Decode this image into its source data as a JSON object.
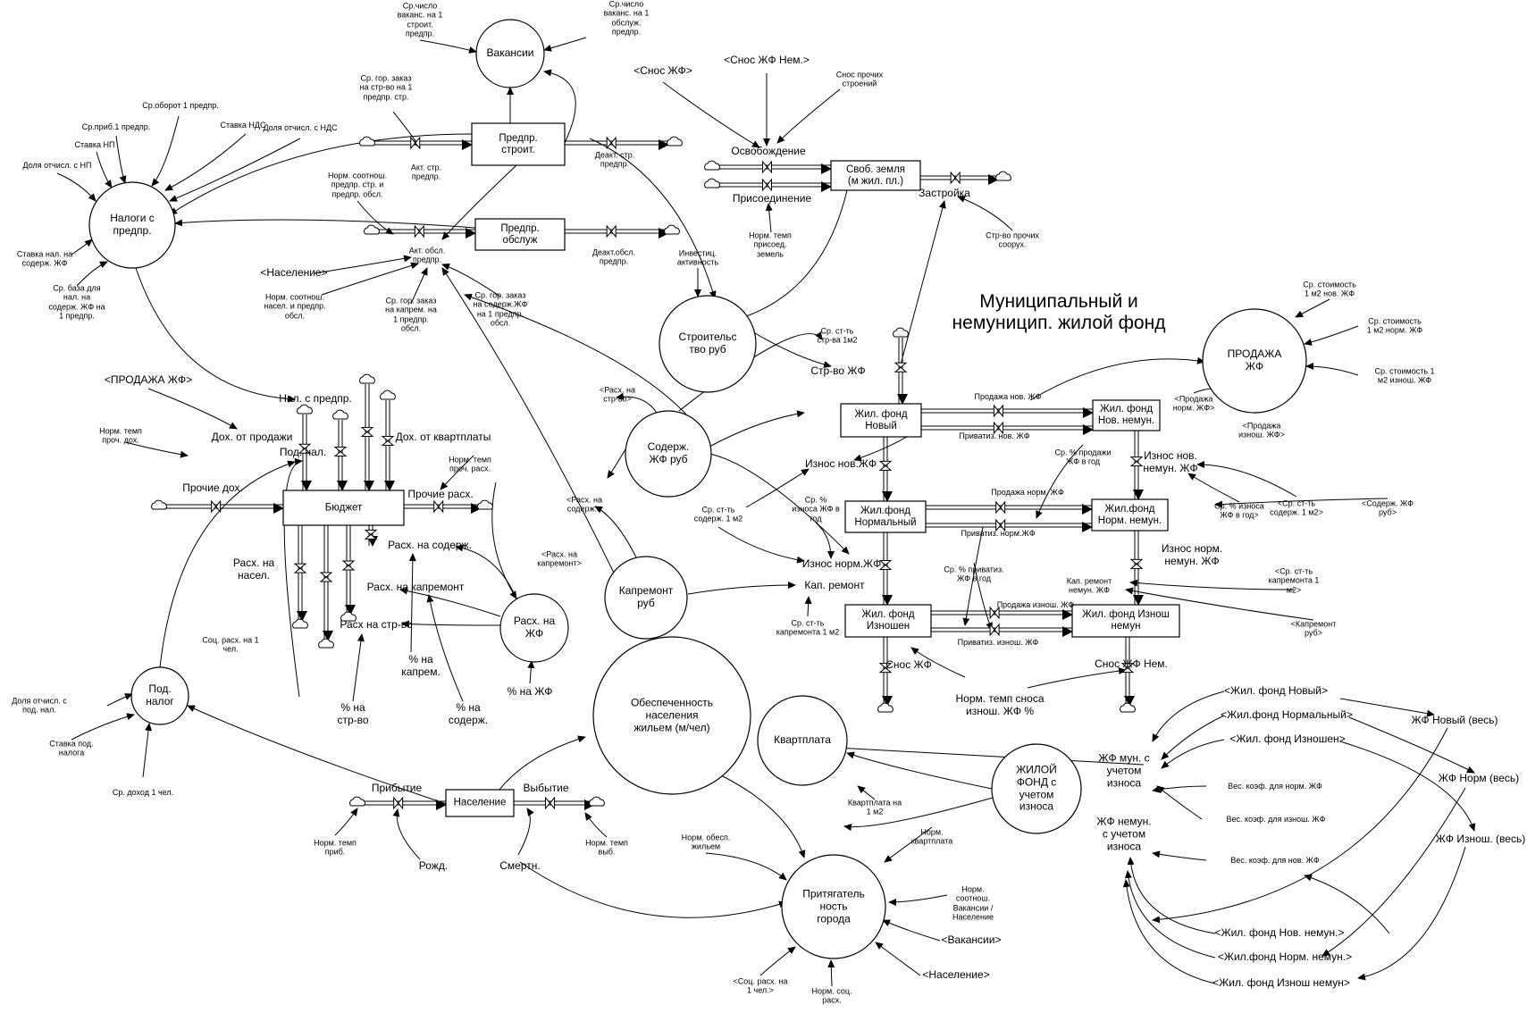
{
  "diagram": {
    "title": "Муниципальный и\nнемуницип. жилой фонд",
    "stocks": [
      {
        "id": "predpr_stroit",
        "label": "Предпр.\nстроит."
      },
      {
        "id": "predpr_obsl",
        "label": "Предпр.\nобслуж"
      },
      {
        "id": "svob_zemlya",
        "label": "Своб. земля\n(м жил. пл.)"
      },
      {
        "id": "budget",
        "label": "Бюджет"
      },
      {
        "id": "zhf_novy",
        "label": "Жил. фонд\nНовый"
      },
      {
        "id": "zhf_norm",
        "label": "Жил.фонд\nНормальный"
      },
      {
        "id": "zhf_iznosh",
        "label": "Жил. фонд\nИзношен"
      },
      {
        "id": "zhf_nov_nemun",
        "label": "Жил. фонд\nНов. немун."
      },
      {
        "id": "zhf_norm_nemun",
        "label": "Жил.фонд\nНорм. немун."
      },
      {
        "id": "zhf_izn_nemun",
        "label": "Жил. фонд Изнош\nнемун"
      },
      {
        "id": "naselenie",
        "label": "Население"
      }
    ],
    "auxiliaries": [
      {
        "id": "vakansii",
        "label": "Вакансии"
      },
      {
        "id": "nalogi",
        "label": "Налоги с\nпредпр."
      },
      {
        "id": "stroitelstvo",
        "label": "Строительс\nтво руб"
      },
      {
        "id": "prodazha",
        "label": "ПРОДАЖА\nЖФ"
      },
      {
        "id": "soderzh",
        "label": "Содерж.\nЖФ руб"
      },
      {
        "id": "kapremont",
        "label": "Капремонт\nруб"
      },
      {
        "id": "rash_zhf",
        "label": "Расх. на\nЖФ"
      },
      {
        "id": "pod_nalog",
        "label": "Под.\nналог"
      },
      {
        "id": "obesp",
        "label": "Обеспеченность\nнаселения\nжильем (м/чел)"
      },
      {
        "id": "kvartplata",
        "label": "Квартплата"
      },
      {
        "id": "zhiloy_fond",
        "label": "ЖИЛОЙ\nФОНД с\nучетом\nизноса"
      },
      {
        "id": "prityag",
        "label": "Притягатель\nность\nгорода"
      }
    ],
    "variables": [
      {
        "id": "v1",
        "label": "Ср.число\nваканс. на 1\nстроит.\nпредпр."
      },
      {
        "id": "v2",
        "label": "Ср.число\nваканс. на 1\nобслуж.\nпредпр."
      },
      {
        "id": "v3",
        "label": "Ср. гор. заказ\nна стр-во на 1\nпредпр. стр."
      },
      {
        "id": "v4",
        "label": "Ср.оборот 1 предпр."
      },
      {
        "id": "v5",
        "label": "Ср.приб.1 предпр."
      },
      {
        "id": "v6",
        "label": "Ставка НДС"
      },
      {
        "id": "v7",
        "label": "Доля отчисл. с НДС"
      },
      {
        "id": "v8",
        "label": "Ставка НП"
      },
      {
        "id": "v9",
        "label": "Доля отчисл. с НП"
      },
      {
        "id": "v10",
        "label": "Акт. стр.\nпредпр."
      },
      {
        "id": "v11",
        "label": "Деакт. стр.\nпредпр."
      },
      {
        "id": "v12",
        "label": "Норм. соотнош.\nпредпр. стр. и\nпредпр. обсл."
      },
      {
        "id": "v13",
        "label": "Акт. обсл.\nпредпр."
      },
      {
        "id": "v14",
        "label": "Деакт.обсл.\nпредпр."
      },
      {
        "id": "v15",
        "label": "Ставка нал. на\nсодерж. ЖФ"
      },
      {
        "id": "v16",
        "label": "Ср. база для\nнал. на\nсодерж. ЖФ на\n1 предпр."
      },
      {
        "id": "v17",
        "label": "<Население>"
      },
      {
        "id": "v18",
        "label": "Норм. соотнош.\nнасел. и предпр.\nобсл."
      },
      {
        "id": "v19",
        "label": "Ср. гор. заказ\nна капрем. на\n1 предпр.\nобсл."
      },
      {
        "id": "v20",
        "label": "Ср. гор. заказ\nна содерж.ЖФ\nна 1 предпр.\nобсл."
      },
      {
        "id": "v21",
        "label": "<Снос ЖФ>"
      },
      {
        "id": "v22",
        "label": "<Снос ЖФ Нем.>"
      },
      {
        "id": "v23",
        "label": "Снос прочих\nстроений"
      },
      {
        "id": "v24",
        "label": "Освобождение"
      },
      {
        "id": "v25",
        "label": "Присоединение"
      },
      {
        "id": "v26",
        "label": "Норм. темп\nприсоед.\nземель"
      },
      {
        "id": "v27",
        "label": "Застройка"
      },
      {
        "id": "v28",
        "label": "Стр-во прочих\nсоорух."
      },
      {
        "id": "v29",
        "label": "Инвестиц.\nактивность"
      },
      {
        "id": "v30",
        "label": "<ПРОДАЖА ЖФ>"
      },
      {
        "id": "v31",
        "label": "Нал. с предпр."
      },
      {
        "id": "v32",
        "label": "Норм. темп\nпроч. дох."
      },
      {
        "id": "v33",
        "label": "Дох. от продажи"
      },
      {
        "id": "v34",
        "label": "Под. нал."
      },
      {
        "id": "v35",
        "label": "Дох. от квартплаты"
      },
      {
        "id": "v36",
        "label": "Прочие дох."
      },
      {
        "id": "v37",
        "label": "Норм. темп\nпроч. расх."
      },
      {
        "id": "v38",
        "label": "Прочие расх."
      },
      {
        "id": "v39",
        "label": "Расх. на содерж."
      },
      {
        "id": "v40",
        "label": "Расх. на капремонт"
      },
      {
        "id": "v41",
        "label": "Расх на стр-во"
      },
      {
        "id": "v42",
        "label": "Расх. на\nнасел."
      },
      {
        "id": "v43",
        "label": "Соц. расх. на 1\nчел."
      },
      {
        "id": "v44",
        "label": "% на\nкапрем."
      },
      {
        "id": "v45",
        "label": "% на\nстр-во"
      },
      {
        "id": "v46",
        "label": "% на\nсодерж."
      },
      {
        "id": "v47",
        "label": "% на ЖФ"
      },
      {
        "id": "v48",
        "label": "<Расх. на\nстр-во>"
      },
      {
        "id": "v49",
        "label": "<Расх. на\nсодерж.>"
      },
      {
        "id": "v50",
        "label": "<Расх. на\nкапремонт>"
      },
      {
        "id": "v51",
        "label": "Ср. ст-ть\nстр-ва 1м2"
      },
      {
        "id": "v52",
        "label": "Стр-во ЖФ"
      },
      {
        "id": "v53",
        "label": "Ср. стоимость\n1 м2 нов. ЖФ"
      },
      {
        "id": "v54",
        "label": "Ср. стоимость\n1 м2 норм. ЖФ"
      },
      {
        "id": "v55",
        "label": "Ср. стоимость 1\nм2 изнош. ЖФ"
      },
      {
        "id": "v56",
        "label": "<Продажа\nнорм. ЖФ>"
      },
      {
        "id": "v57",
        "label": "<Продажа\nизнош. ЖФ>"
      },
      {
        "id": "v58",
        "label": "Продажа нов. ЖФ"
      },
      {
        "id": "v59",
        "label": "Приватиз. нов. ЖФ"
      },
      {
        "id": "v60",
        "label": "Ср. % продажи\nЖФ в год"
      },
      {
        "id": "v61",
        "label": "Износ нов.ЖФ"
      },
      {
        "id": "v62",
        "label": "Износ нов.\nнемун. ЖФ"
      },
      {
        "id": "v63",
        "label": "Ср. ст-ть\nсодерж. 1 м2"
      },
      {
        "id": "v64",
        "label": "Ср. %\nизноса ЖФ в\nгод"
      },
      {
        "id": "v65",
        "label": "Продажа норм. ЖФ"
      },
      {
        "id": "v66",
        "label": "Приватиз. норм.ЖФ"
      },
      {
        "id": "v67",
        "label": "Износ норм.ЖФ"
      },
      {
        "id": "v68",
        "label": "Ср. % износа\nЖФ в год>"
      },
      {
        "id": "v69",
        "label": "<Ср. ст-ть\nсодерж. 1 м2>"
      },
      {
        "id": "v70",
        "label": "<Содерж. ЖФ\nруб>"
      },
      {
        "id": "v71",
        "label": "Износ норм.\nнемун. ЖФ"
      },
      {
        "id": "v72",
        "label": "Ср. % приватиз.\nЖФ в год"
      },
      {
        "id": "v73",
        "label": "Кап. ремонт"
      },
      {
        "id": "v74",
        "label": "Кап. ремонт\nнемун. ЖФ"
      },
      {
        "id": "v75",
        "label": "<Ср. ст-ть\nкапремонта 1\nм2>"
      },
      {
        "id": "v76",
        "label": "Продажа изнош. ЖФ"
      },
      {
        "id": "v77",
        "label": "Приватиз. изнош. ЖФ"
      },
      {
        "id": "v78",
        "label": "<Капремонт\nруб>"
      },
      {
        "id": "v79",
        "label": "Ср. ст-ть\nкапремонта 1 м2"
      },
      {
        "id": "v80",
        "label": "Снос ЖФ"
      },
      {
        "id": "v81",
        "label": "Снос ЖФ Нем."
      },
      {
        "id": "v82",
        "label": "Норм. темп сноса\nизнош. ЖФ %"
      },
      {
        "id": "v83",
        "label": "Доля отчисл. с\nпод. нал."
      },
      {
        "id": "v84",
        "label": "Ставка под.\nналога"
      },
      {
        "id": "v85",
        "label": "Ср. доход 1 чел."
      },
      {
        "id": "v86",
        "label": "Прибытие"
      },
      {
        "id": "v87",
        "label": "Выбытие"
      },
      {
        "id": "v88",
        "label": "Норм. темп\nприб."
      },
      {
        "id": "v89",
        "label": "Норм. темп\nвыб."
      },
      {
        "id": "v90",
        "label": "Рожд."
      },
      {
        "id": "v91",
        "label": "Смертн."
      },
      {
        "id": "v92",
        "label": "Квартплата на\n1 м2"
      },
      {
        "id": "v93",
        "label": "Норм.\nквартплата"
      },
      {
        "id": "v94",
        "label": "Норм. обесп.\nжильем"
      },
      {
        "id": "v95",
        "label": "Норм.\nсоотнош.\nВакансии /\nНаселение"
      },
      {
        "id": "v96",
        "label": "<Вакансии>"
      },
      {
        "id": "v97",
        "label": "<Население>"
      },
      {
        "id": "v98",
        "label": "<Соц. расх. на\n1 чел.>"
      },
      {
        "id": "v99",
        "label": "Норм. соц.\nрасх."
      },
      {
        "id": "v100",
        "label": "<Жил. фонд Новый>"
      },
      {
        "id": "v101",
        "label": "<Жил.фонд Нормальный>"
      },
      {
        "id": "v102",
        "label": "<Жил. фонд Изношен>"
      },
      {
        "id": "v103",
        "label": "ЖФ мун. с\nучетом\nизноса"
      },
      {
        "id": "v104",
        "label": "ЖФ немун.\nс учетом\nизноса"
      },
      {
        "id": "v105",
        "label": "Вес. коэф. для норм. ЖФ"
      },
      {
        "id": "v106",
        "label": "Вес. коэф. для изнош. ЖФ"
      },
      {
        "id": "v107",
        "label": "Вес. коэф. для нов. ЖФ"
      },
      {
        "id": "v108",
        "label": "ЖФ Новый (весь)"
      },
      {
        "id": "v109",
        "label": "ЖФ Норм (весь)"
      },
      {
        "id": "v110",
        "label": "ЖФ Изнош. (весь)"
      },
      {
        "id": "v111",
        "label": "<Жил. фонд Нов. немун.>"
      },
      {
        "id": "v112",
        "label": "<Жил.фонд Норм. немун.>"
      },
      {
        "id": "v113",
        "label": "<Жил. фонд Изнош немун>"
      }
    ]
  }
}
